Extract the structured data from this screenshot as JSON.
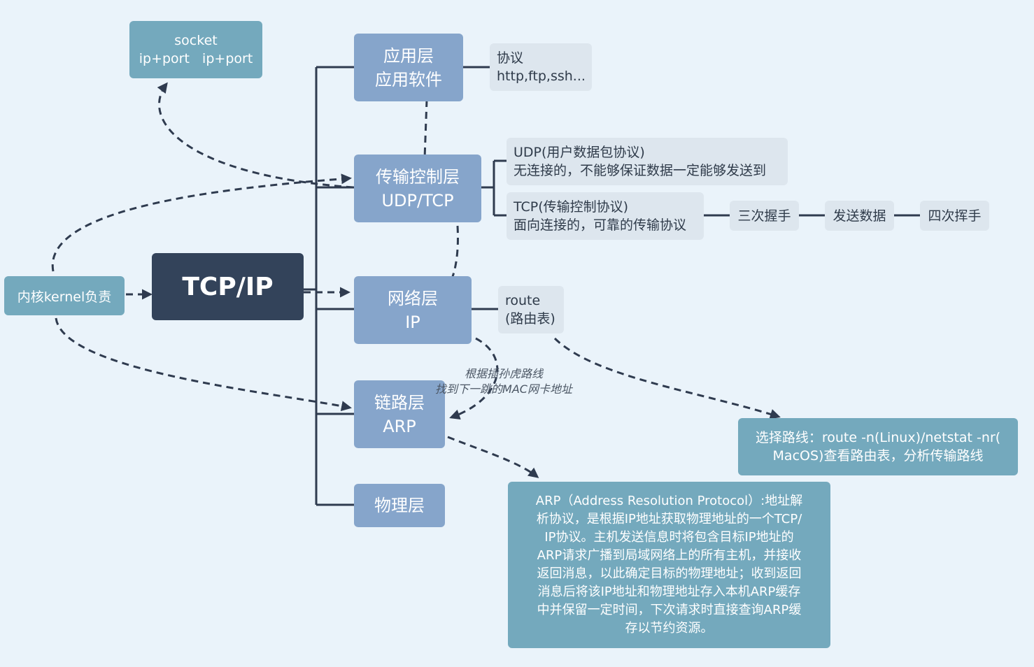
{
  "center": {
    "label": "TCP/IP"
  },
  "kernel": {
    "label": "内核kernel负责"
  },
  "socket": {
    "line1": "socket",
    "line2": "ip+port   ip+port"
  },
  "layers": {
    "app": {
      "line1": "应用层",
      "line2": "应用软件"
    },
    "transport": {
      "line1": "传输控制层",
      "line2": "UDP/TCP"
    },
    "network": {
      "line1": "网络层",
      "line2": "IP"
    },
    "link": {
      "line1": "链路层",
      "line2": "ARP"
    },
    "physical": {
      "line1": "物理层"
    }
  },
  "notes": {
    "protocol": {
      "line1": "协议",
      "line2": "http,ftp,ssh..."
    },
    "udp": {
      "line1": "UDP(用户数据包协议)",
      "line2": "无连接的，不能够保证数据一定能够发送到"
    },
    "tcp": {
      "line1": "TCP(传输控制协议)",
      "line2": "面向连接的，可靠的传输协议"
    },
    "handshake": "三次握手",
    "send": "发送数据",
    "wave": "四次挥手",
    "route": {
      "line1": "route",
      "line2": "(路由表)"
    }
  },
  "route_detail": {
    "line1": "选择路线：route -n(Linux)/netstat -nr(",
    "line2": "MacOS)查看路由表，分析传输路线"
  },
  "annotation": {
    "line1": "根据插孙虎路线",
    "line2": "找到下一跳的MAC网卡地址"
  },
  "arp_detail": {
    "lines": [
      "ARP（Address Resolution Protocol）:地址解",
      "析协议，是根据IP地址获取物理地址的一个TCP/",
      "IP协议。主机发送信息时将包含目标IP地址的",
      "ARP请求广播到局域网络上的所有主机，并接收",
      "返回消息，以此确定目标的物理地址；收到返回",
      "消息后将该IP地址和物理地址存入本机ARP缓存",
      "中并保留一定时间，下次请求时直接查询ARP缓",
      "存以节约资源。"
    ]
  },
  "colors": {
    "background": "#eaf3fa",
    "layer": "#86a5cb",
    "teal": "#74a9bd",
    "note": "#dde6ee",
    "center": "#33435a",
    "line": "#2f3b4f"
  }
}
